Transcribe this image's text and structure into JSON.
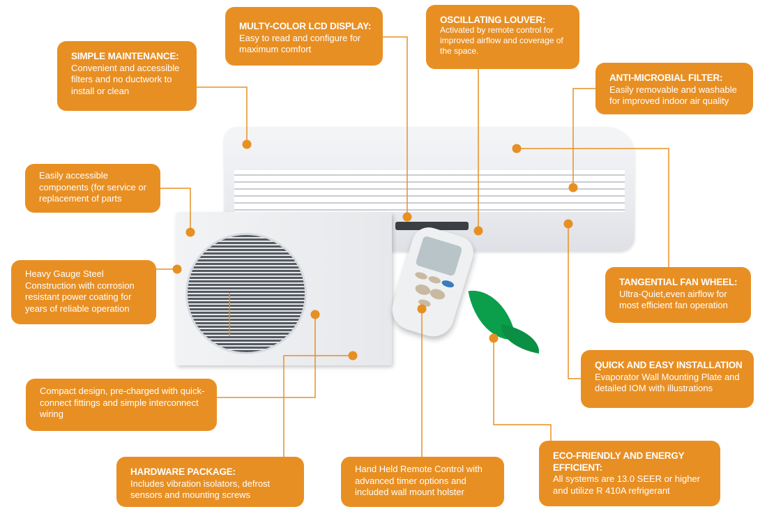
{
  "callouts": {
    "simple_maintenance": {
      "title": "SIMPLE MAINTENANCE:",
      "desc": "Convenient and accessible filters and no ductwork to install or clean"
    },
    "lcd_display": {
      "title": "MULTY-COLOR LCD DISPLAY:",
      "desc": "Easy to read and configure for maximum comfort"
    },
    "oscillating_louver": {
      "title": "OSCILLATING LOUVER:",
      "desc": "Activated by remote control for improved airflow and coverage of the space."
    },
    "anti_microbial_filter": {
      "title": "ANTI-MICROBIAL FILTER:",
      "desc": "Easily removable and washable for improved indoor air quality"
    },
    "accessible_components": {
      "desc": "Easily accessible components (for service or replacement of parts"
    },
    "heavy_gauge_steel": {
      "desc": "Heavy Gauge Steel Construction with corrosion resistant power coating for years of reliable operation"
    },
    "tangential_fan_wheel": {
      "title": "TANGENTIAL FAN WHEEL:",
      "desc": "Ultra-Quiet,even airflow for most efficient fan operation"
    },
    "quick_installation": {
      "title": "QUICK AND EASY INSTALLATION",
      "desc": "Evaporator Wall Mounting Plate and detailed IOM with illustrations"
    },
    "compact_design": {
      "desc": "Compact design, pre-charged with quick-connect fittings and simple interconnect wiring"
    },
    "hardware_package": {
      "title": "HARDWARE PACKAGE:",
      "desc": "Includes vibration isolators, defrost sensors and mounting screws"
    },
    "remote_control": {
      "desc": "Hand Held Remote Control with advanced timer options and included wall mount holster"
    },
    "eco_friendly": {
      "title": "ECO-FRIENDLY AND ENERGY EFFICIENT:",
      "desc": "All systems are 13.0 SEER or higher and utilize R 410A refrigerant"
    }
  },
  "colors": {
    "accent": "#e88f23",
    "leaf": "#0b9f4c"
  }
}
